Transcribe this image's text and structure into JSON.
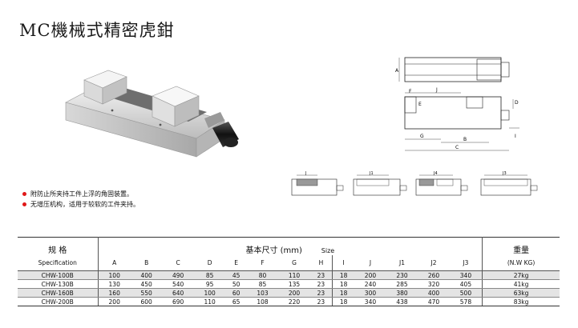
{
  "title": "MC機械式精密虎鉗",
  "features": [
    "附防止所夹持工件上浮的角固装置。",
    "无增压机构，适用于较软的工件夹持。"
  ],
  "drawing_labels": {
    "A": "A",
    "E": "E",
    "F": "F",
    "J": "J",
    "G": "G",
    "B": "B",
    "C": "C",
    "D": "D",
    "I": "I",
    "J1": "J1",
    "J4": "J4",
    "J3": "J3"
  },
  "table": {
    "model_label_cn": "规 格",
    "model_label_en": "Specification",
    "dims_label": "基本尺寸 (mm)",
    "size_label": "Size",
    "weight_label_cn": "重量",
    "weight_label_en": "(N.W KG)",
    "columns": [
      "A",
      "B",
      "C",
      "D",
      "E",
      "F",
      "G",
      "H",
      "I",
      "J",
      "J1",
      "J2",
      "J3"
    ],
    "rows": [
      {
        "model": "CHW-100B",
        "values": [
          "100",
          "400",
          "490",
          "85",
          "45",
          "80",
          "110",
          "23",
          "18",
          "200",
          "230",
          "260",
          "340"
        ],
        "weight": "27kg"
      },
      {
        "model": "CHW-130B",
        "values": [
          "130",
          "450",
          "540",
          "95",
          "50",
          "85",
          "135",
          "23",
          "18",
          "240",
          "285",
          "320",
          "405"
        ],
        "weight": "41kg"
      },
      {
        "model": "CHW-160B",
        "values": [
          "160",
          "550",
          "640",
          "100",
          "60",
          "103",
          "200",
          "23",
          "18",
          "300",
          "380",
          "400",
          "500"
        ],
        "weight": "63kg"
      },
      {
        "model": "CHW-200B",
        "values": [
          "200",
          "600",
          "690",
          "110",
          "65",
          "108",
          "220",
          "23",
          "18",
          "340",
          "438",
          "470",
          "578"
        ],
        "weight": "83kg"
      }
    ]
  }
}
